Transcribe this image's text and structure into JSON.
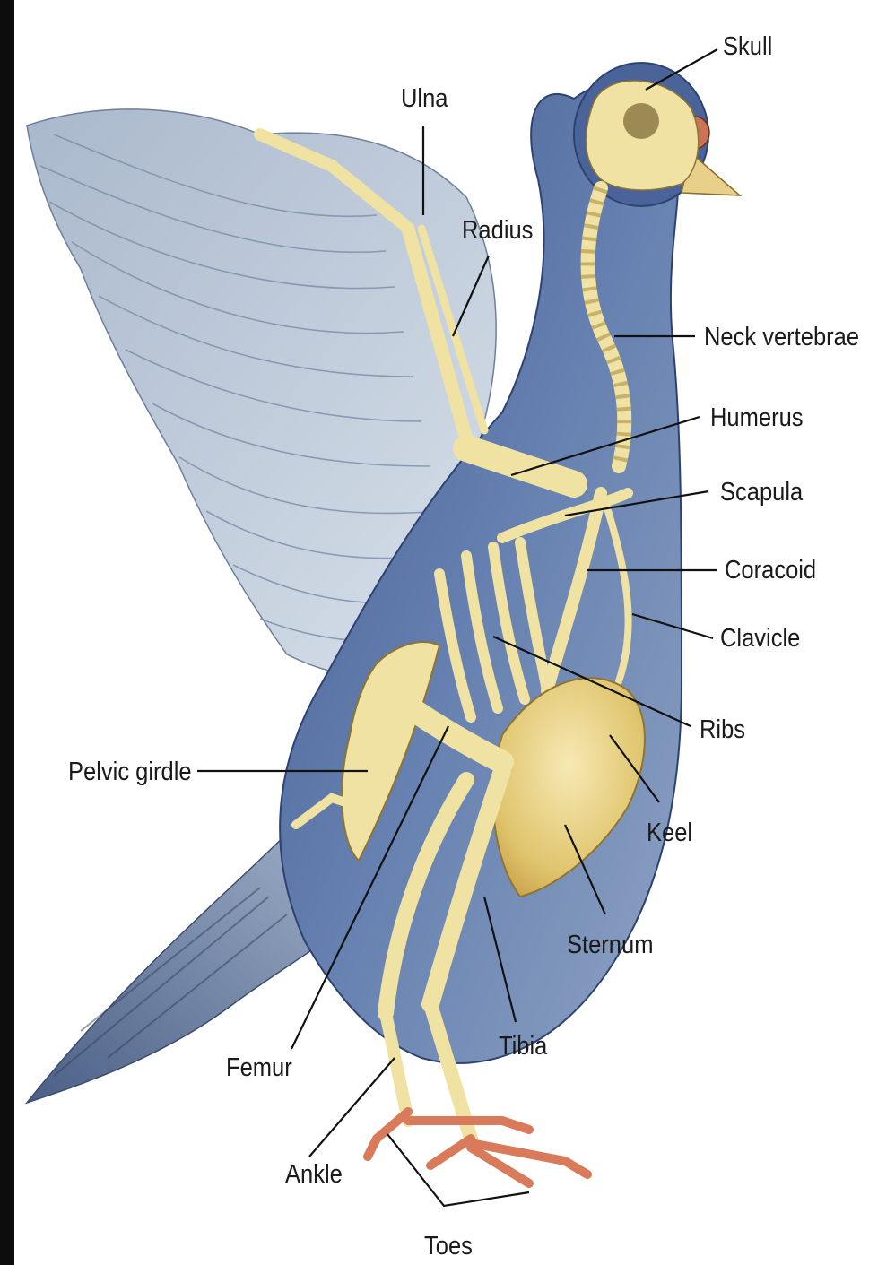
{
  "diagram": {
    "labels": {
      "skull": "Skull",
      "ulna": "Ulna",
      "radius": "Radius",
      "neck_vertebrae": "Neck vertebrae",
      "humerus": "Humerus",
      "scapula": "Scapula",
      "coracoid": "Coracoid",
      "clavicle": "Clavicle",
      "ribs": "Ribs",
      "pelvic_girdle": "Pelvic girdle",
      "keel": "Keel",
      "sternum": "Sternum",
      "tibia": "Tibia",
      "femur": "Femur",
      "ankle": "Ankle",
      "toes": "Toes"
    },
    "colors": {
      "feather_light": "#c3cfdd",
      "feather_mid": "#8fa3bd",
      "body_blue": "#5f79a8",
      "body_dark": "#3d557f",
      "bone": "#efe2a2",
      "bone_shadow": "#c9ad5a",
      "leg_red": "#d97a5a",
      "leader_line": "#111111",
      "left_border": "#0d0d0d"
    }
  }
}
